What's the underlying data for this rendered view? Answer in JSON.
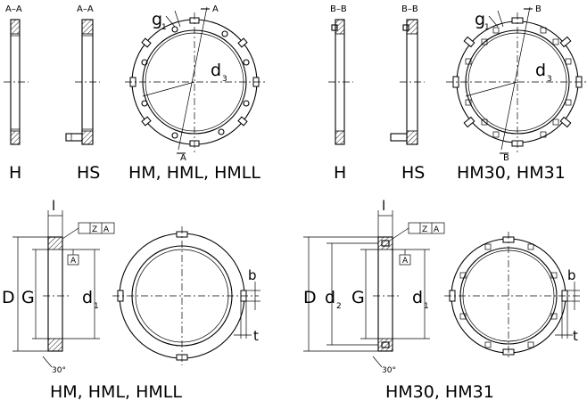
{
  "top_left": {
    "section_a1": "A–A",
    "section_a2": "A–A",
    "cut_a_top": "A",
    "cut_a_bottom": "A",
    "dim_g": "g",
    "dim_g_sub": "1",
    "dim_d": "d",
    "dim_d_sub": "3",
    "label_h": "H",
    "label_hs": "HS",
    "label_hm": "HM, HML, HMLL"
  },
  "top_right": {
    "section_b1": "B–B",
    "section_b2": "B–B",
    "cut_b_top": "B",
    "cut_b_bottom": "B",
    "dim_g": "g",
    "dim_g_sub": "1",
    "dim_d": "d",
    "dim_d_sub": "3",
    "label_h": "H",
    "label_hs": "HS",
    "label_hm30": "HM30, HM31"
  },
  "bottom_left": {
    "dim_l": "l",
    "tol_z": "Z",
    "tol_a": "A",
    "datum_a": "A",
    "dim_D": "D",
    "dim_G": "G",
    "dim_d": "d",
    "dim_d_sub": "1",
    "angle": "30°",
    "dim_b": "b",
    "dim_t": "t",
    "label": "HM, HML, HMLL"
  },
  "bottom_right": {
    "dim_l": "l",
    "tol_z": "Z",
    "tol_a": "A",
    "datum_a": "A",
    "dim_D": "D",
    "dim_d2": "d",
    "dim_d2_sub": "2",
    "dim_G": "G",
    "dim_d": "d",
    "dim_d_sub": "1",
    "angle": "30°",
    "dim_b": "b",
    "dim_t": "t",
    "label": "HM30, HM31"
  }
}
